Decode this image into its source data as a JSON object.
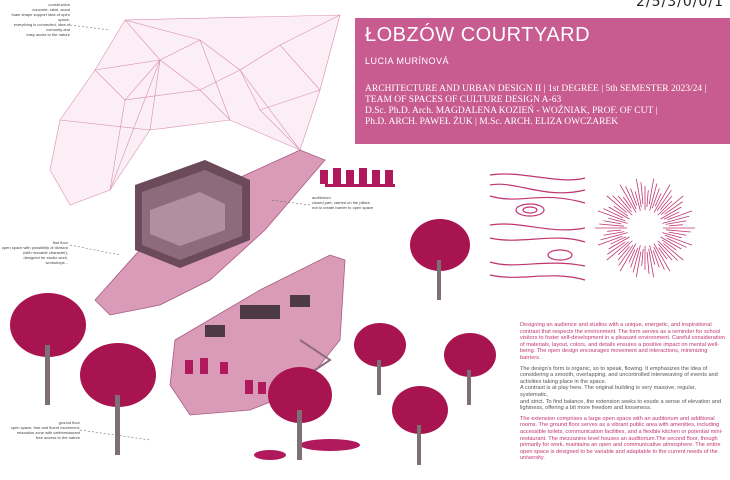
{
  "code": "2/5/3/0/0/1",
  "title": "ŁOBZÓW COURTYARD",
  "author": "LUCIA MURÍNOVÁ",
  "credits": [
    "ARCHITECTURE AND URBAN DESIGN II | 1st DEGREE | 5th SEMESTER 2023/24 |",
    "TEAM OF SPACES OF CULTURE DESIGN A-63",
    "D.Sc. Ph.D. Arch. MAGDALENA KOZIEŃ - WOŹNIAK, PROF. OF CUT |",
    "Ph.D. ARCH. PAWEŁ ŻUK | M.Sc. ARCH. ELIZA OWCZAREK"
  ],
  "notes": {
    "construction": [
      "construction",
      "concrete, steel, wood",
      "foam shape support idea of open space,",
      "everything is connected, idea of comunity and",
      "easy acces to the nature"
    ],
    "auditorium": [
      "auditorium",
      "closed part, carried on the pillars",
      "not to create barrier to open space"
    ],
    "first_floor": [
      "first floor",
      "open space with possibility of division",
      "(with movable character),",
      "designed for studio work, workshops..."
    ],
    "ground_floor": [
      "ground floor",
      "open space, free and fluent movement,",
      "relaxation zone with cafe/restaurant",
      "free access to the nature"
    ]
  },
  "description": {
    "p1": "Designing an audience and studios with a unique, energetic, and inspirational contrast that respects the environment. The form serves as a reminder for school visitors to foster self-development in a pleasant environment. Careful consideration of materials, layout, colors, and details ensures a positive impact on mental well-being. The open design encourages movement and interactions, minimizing barriers.",
    "p2a": "The design's form is organic, so to speak, flowing. It emphasizes the idea of considering a smooth, overlapping, and uncontrolled interweaving of events and activities taking place in the space.",
    "p2b": "A contrast is at play here. The original building is very massive, regular, systematic,",
    "p2c": "and strict. To find balance, the extension seeks to exude a sense of elevation and lightness, offering a bit more freedom and looseness.",
    "p3": "The extension comprises a large open space with an auditorium and additional rooms. The ground floor serves as a vibrant public area with amenities, including accessible toilets, communication facilities, and a flexible kitchen or potential mini-restaurant. The mezzanine level houses an auditorium.The second floor, though primarily for work, maintains an open and communicative atmosphere. The entire open space is designed to be variable and adaptable to the current needs of the university."
  },
  "colors": {
    "accent": "#c85b8f",
    "tree": "#a8144f",
    "floor": "#d99bb8",
    "wood": "#c0356f"
  }
}
